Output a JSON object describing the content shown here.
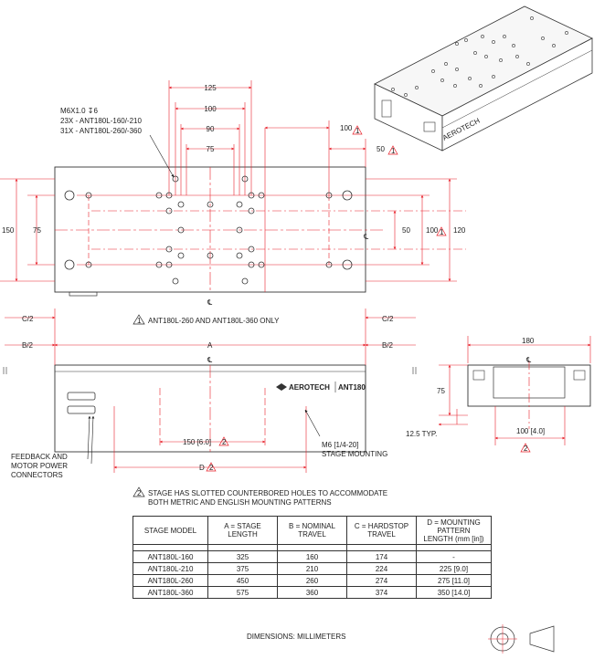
{
  "colors": {
    "dimension": "#e8202a",
    "outline": "#333333",
    "text": "#222222"
  },
  "top_view": {
    "dims_top": [
      "125",
      "100",
      "90",
      "75"
    ],
    "dim_100_note": "100",
    "dim_50_note": "50",
    "dims_left": [
      "150",
      "75"
    ],
    "dims_right": [
      "50",
      "100",
      "120"
    ],
    "centerline_symbol": "℄",
    "hole_callout": [
      "M6X1.0 ↧6",
      "23X - ANT180L-160/-210",
      "31X - ANT180L-260/-360"
    ],
    "note_marker": "1"
  },
  "note1": {
    "marker": "1",
    "text": "ANT180L-260 AND ANT180L-360 ONLY"
  },
  "front_view": {
    "dim_c2_left": "C/2",
    "dim_c2_right": "C/2",
    "dim_b2_left": "B/2",
    "dim_b2_right": "B/2",
    "dim_a": "A",
    "brand": "AEROTECH",
    "model": "ANT180",
    "dim_150": "150 [6.0]",
    "dim_d": "D",
    "note_marker": "2",
    "mounting_note": [
      "M6 [1/4-20]",
      "STAGE MOUNTING"
    ],
    "connector_note": [
      "FEEDBACK AND",
      "MOTOR POWER",
      "CONNECTORS"
    ]
  },
  "end_view": {
    "dim_180": "180",
    "dim_75": "75",
    "dim_125": "12.5 TYP.",
    "dim_100": "100 [4.0]",
    "note_marker": "2"
  },
  "note2": {
    "marker": "2",
    "lines": [
      "STAGE HAS SLOTTED COUNTERBORED HOLES TO ACCOMMODATE",
      "BOTH METRIC AND ENGLISH MOUNTING PATTERNS"
    ]
  },
  "table": {
    "headers": [
      [
        "STAGE MODEL"
      ],
      [
        "A = STAGE",
        "LENGTH"
      ],
      [
        "B = NOMINAL",
        "TRAVEL"
      ],
      [
        "C = HARDSTOP",
        "TRAVEL"
      ],
      [
        "D = MOUNTING",
        "PATTERN",
        "LENGTH (mm [in])"
      ]
    ],
    "rows": [
      [
        "ANT180L-160",
        "325",
        "160",
        "174",
        "-"
      ],
      [
        "ANT180L-210",
        "375",
        "210",
        "224",
        "225 [9.0]"
      ],
      [
        "ANT180L-260",
        "450",
        "260",
        "274",
        "275 [11.0]"
      ],
      [
        "ANT180L-360",
        "575",
        "360",
        "374",
        "350 [14.0]"
      ]
    ]
  },
  "footer": {
    "units": "DIMENSIONS:  MILLIMETERS"
  }
}
